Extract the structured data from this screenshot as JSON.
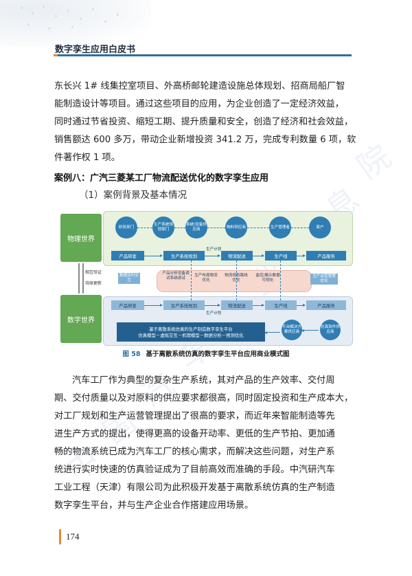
{
  "header": {
    "title": "数字孪生应用白皮书"
  },
  "intro_lines": [
    "东长兴 1# 线集控室项目、外高桥邮轮建造设施总体规划、招商局船厂智",
    "能制造设计等项目。通过这些项目的应用，为企业创造了一定经济效益，",
    "同时通过节省投资、缩短工期、提升质量和安全，创造了经济和社会效益，",
    "销售额达 600 多万，带动企业新增投资 341.2 万，完成专利数量 6 项，软",
    "件著作权 1 项。"
  ],
  "case_heading": "案例八：广汽三菱某工厂物流配送优化的数字孪生应用",
  "subheading": "（1）案例背景及基本情况",
  "figure": {
    "physical_world": "物理世界",
    "digital_world": "数字世界",
    "verify_top": "相互验证",
    "verify_bottom": "持续更新",
    "realtime": "数据实时交互",
    "phys_circles": [
      "研发部门",
      "生产系统规划部门",
      "系统/设备供应商",
      "物料供应商",
      "生产管理者",
      "客户"
    ],
    "phys_boxes": [
      "产品研发",
      "生产系统规划",
      "物流配送",
      "生产线",
      "产品服务"
    ],
    "phys_plan": "生产计划",
    "mid_items": [
      "产品分析设备调试系统调试",
      "生产布局物流优化",
      "物流规划路线优化",
      "监控/展示数据可视化",
      "生产运营管理优化"
    ],
    "dig_boxes": [
      "产品研发",
      "生产系统规划",
      "物流配送",
      "生产线",
      "产品服务"
    ],
    "dig_plan": "生产计划",
    "platform_line1": "基于离散系统仿真的生产制造数字孪生平台",
    "platform_line2": "仿真模型－虚拟交互－机理模型－数据分析－预测优化",
    "platform_side": "平台解决方案供应商",
    "software_side": "仿真软件供应商"
  },
  "caption": {
    "number": "图 58",
    "text": "基于离散系统仿真的数字孪生平台应用商业模式图"
  },
  "body_lines": [
    "汽车工厂作为典型的复杂生产系统，其对产品的生产效率、交付周",
    "期、交付质量以及对原料的供应要求都很高，同时固定投资和生产成本大，",
    "对工厂规划和生产运营管理提出了很高的要求，而近年来智能制造等先",
    "进生产方式的提出，使得更高的设备开动率、更低的生产节拍、更加通",
    "畅的物流系统已成为汽车工厂的核心需求，而解决这些问题，对生产系",
    "统进行实时快速的仿真验证成为了目前高效而准确的手段。中汽研汽车",
    "工业工程（天津）有限公司为此积极开发基于离散系统仿真的生产制造",
    "数字孪生平台，并与生产企业合作搭建应用场景。"
  ],
  "page_number": "174",
  "watermark": "中国汽车工业信息化研究院",
  "colors": {
    "accent_blue": "#2f6f9f",
    "accent_orange": "#e8892c",
    "green": "#63a852"
  }
}
